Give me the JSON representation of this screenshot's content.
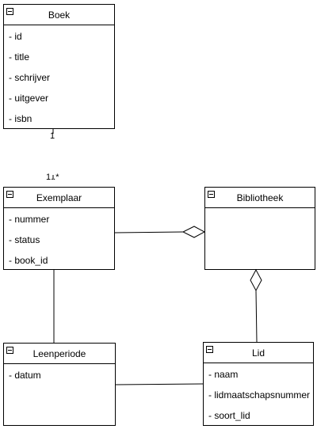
{
  "classes": {
    "boek": {
      "name": "Boek",
      "attributes": [
        "- id",
        "- title",
        "- schrijver",
        "- uitgever",
        "- isbn"
      ]
    },
    "exemplaar": {
      "name": "Exemplaar",
      "attributes": [
        "- nummer",
        "- status",
        "- book_id"
      ]
    },
    "bibliotheek": {
      "name": "Bibliotheek",
      "attributes": []
    },
    "leenperiode": {
      "name": "Leenperiode",
      "attributes": [
        "- datum"
      ]
    },
    "lid": {
      "name": "Lid",
      "attributes": [
        "- naam",
        "- lidmaatschapsnummer",
        "- soort_lid"
      ]
    }
  },
  "multiplicities": {
    "boek_end": "1",
    "exemplaar_end": "1..*"
  }
}
